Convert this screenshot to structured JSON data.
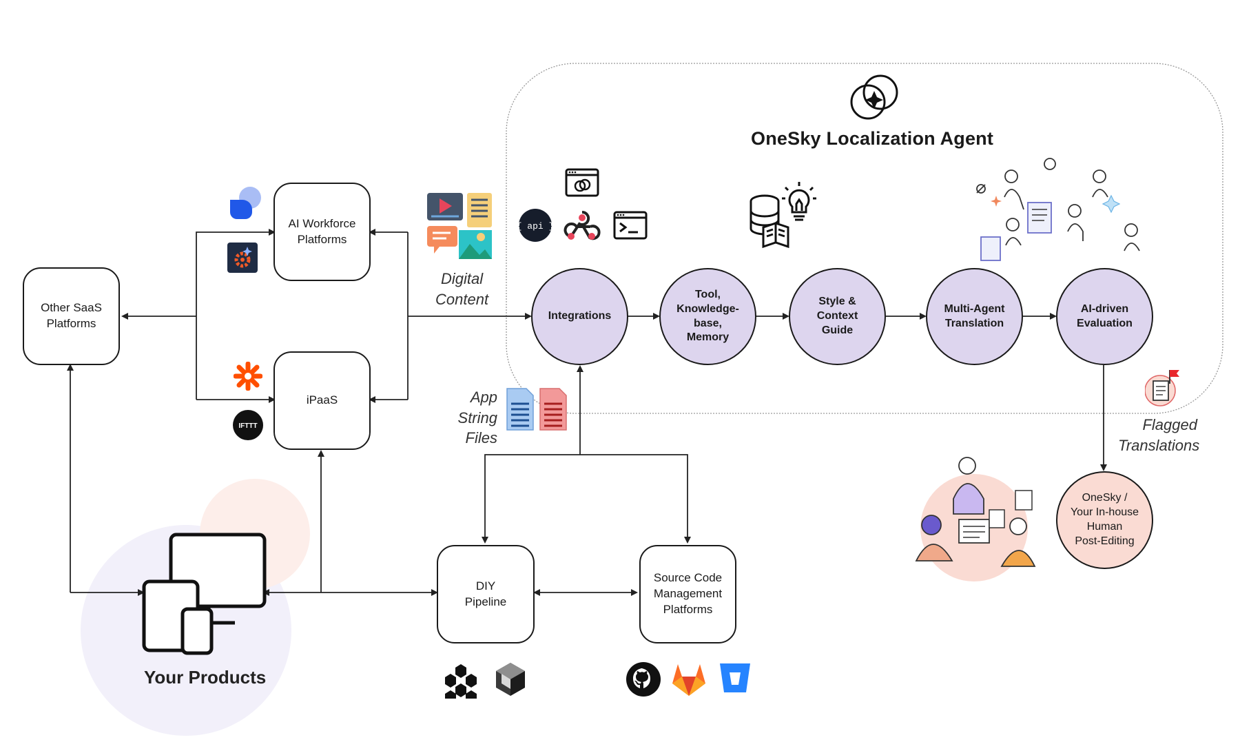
{
  "agent": {
    "title": "OneSky Localization Agent",
    "steps": [
      "Integrations",
      "Tool,\nKnowledge-\nbase,\nMemory",
      "Style &\nContext\nGuide",
      "Multi-Agent\nTranslation",
      "AI-driven\nEvaluation"
    ]
  },
  "boxes": {
    "other_saas": "Other SaaS\nPlatforms",
    "ai_workforce": "AI Workforce\nPlatforms",
    "ipaas": "iPaaS",
    "diy_pipeline": "DIY\nPipeline",
    "source_code": "Source Code\nManagement\nPlatforms"
  },
  "labels": {
    "digital_content": "Digital\nContent",
    "app_string_files": "App String\nFiles",
    "flagged_translations": "Flagged\nTranslations",
    "your_products": "Your Products",
    "api_badge": "{ api }",
    "ifttt": "IFTTT"
  },
  "post_editing": "OneSky /\nYour In-house\nHuman\nPost-Editing",
  "icons": [
    "onesky-logo-icon",
    "database-book-icon",
    "lightbulb-icon",
    "api-icon",
    "webhook-icon",
    "terminal-icon",
    "browser-link-icon",
    "media-content-icon",
    "document-icon",
    "zapier-icon",
    "ifttt-icon",
    "make-icon",
    "n8n-icon",
    "github-icon",
    "gitlab-icon",
    "bitbucket-icon",
    "devices-icon",
    "flag-document-icon"
  ],
  "colors": {
    "step_fill": "#ddd5ee",
    "post_edit_fill": "#fadbd3",
    "products_glow": "#f1effa"
  }
}
